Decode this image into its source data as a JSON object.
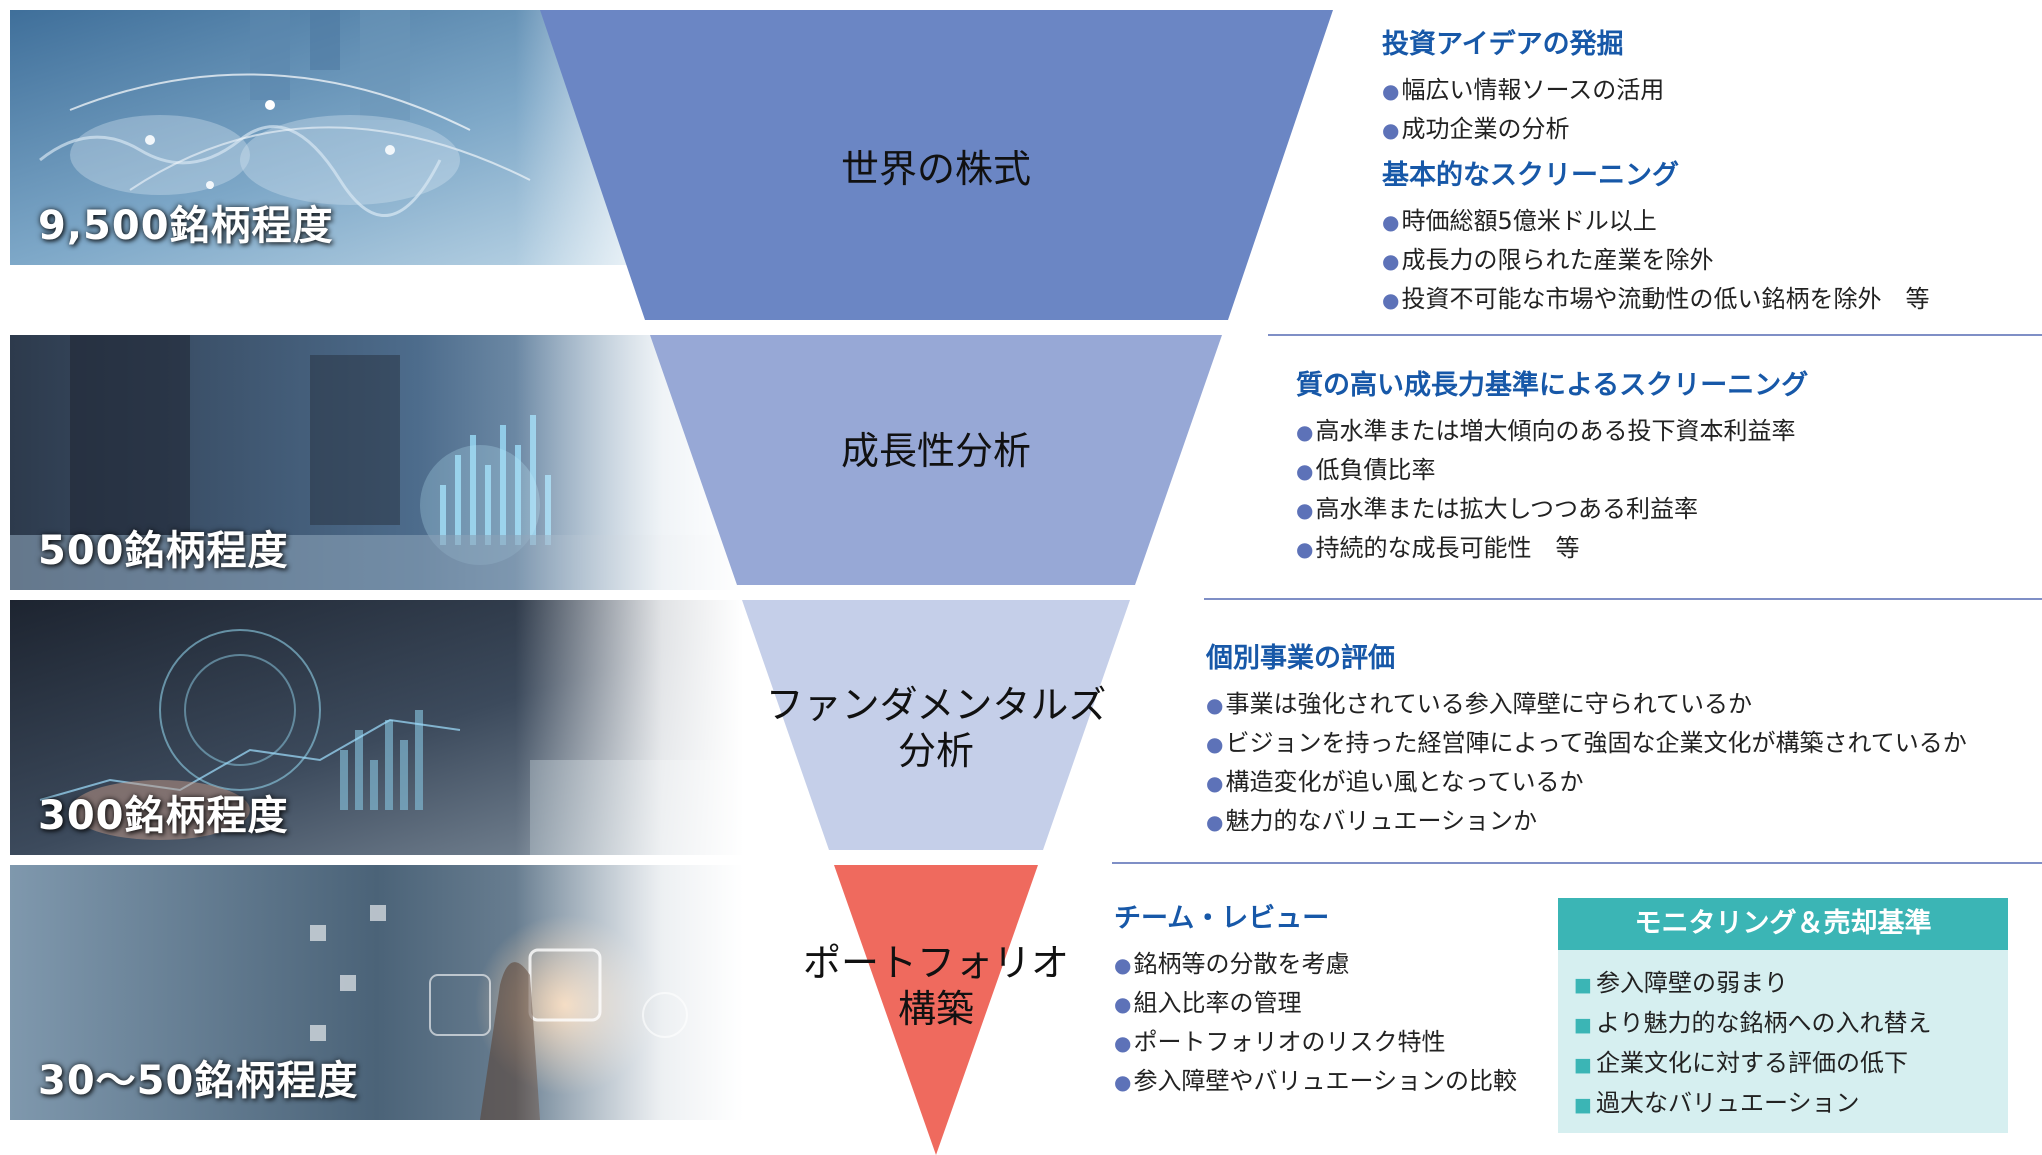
{
  "photos": [
    {
      "count": "9,500銘柄程度",
      "icon": "world-map-network"
    },
    {
      "count": "500銘柄程度",
      "icon": "business-data-hologram"
    },
    {
      "count": "300銘柄程度",
      "icon": "analytics-charts"
    },
    {
      "count": "30〜50銘柄程度",
      "icon": "finance-icons-hand"
    }
  ],
  "stages": [
    {
      "lines": [
        "世界の株式"
      ],
      "color": "#6b86c4"
    },
    {
      "lines": [
        "成長性分析"
      ],
      "color": "#97a8d6"
    },
    {
      "lines": [
        "ファンダメンタルズ",
        "分析"
      ],
      "color": "#c5cfe9"
    },
    {
      "lines": [
        "ポートフォリオ",
        "構築"
      ],
      "color": "#ef6a5e"
    }
  ],
  "sections": {
    "idea": {
      "title": "投資アイデアの発掘",
      "items": [
        "幅広い情報ソースの活用",
        "成功企業の分析"
      ]
    },
    "basic": {
      "title": "基本的なスクリーニング",
      "items": [
        "時価総額5億米ドル以上",
        "成長力の限られた産業を除外",
        "投資不可能な市場や流動性の低い銘柄を除外　等"
      ]
    },
    "growth": {
      "title": "質の高い成長力基準によるスクリーニング",
      "items": [
        "高水準または増大傾向のある投下資本利益率",
        "低負債比率",
        "高水準または拡大しつつある利益率",
        "持続的な成長可能性　等"
      ]
    },
    "individual": {
      "title": "個別事業の評価",
      "items": [
        "事業は強化されている参入障壁に守られているか",
        "ビジョンを持った経営陣によって強固な企業文化が構築されているか",
        "構造変化が追い風となっているか",
        "魅力的なバリュエーションか"
      ]
    },
    "team": {
      "title": "チーム・レビュー",
      "items": [
        "銘柄等の分散を考慮",
        "組入比率の管理",
        "ポートフォリオのリスク特性",
        "参入障壁やバリュエーションの比較"
      ]
    },
    "monitoring": {
      "title": "モニタリング＆売却基準",
      "items": [
        "参入障壁の弱まり",
        "より魅力的な銘柄への入れ替え",
        "企業文化に対する評価の低下",
        "過大なバリュエーション"
      ]
    }
  }
}
